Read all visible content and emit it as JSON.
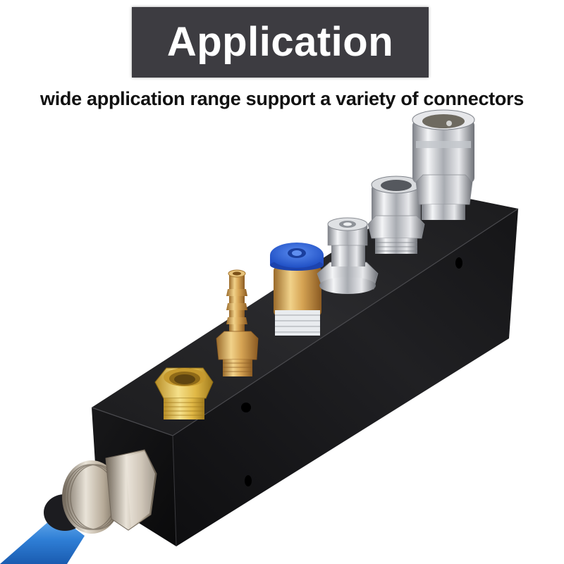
{
  "banner": {
    "title": "Application"
  },
  "subtitle": "wide application range support a variety of connectors",
  "product": {
    "name": "air manifold block",
    "block_color": "#1a1a1c",
    "hose_color": "#2f7fd6",
    "connectors": [
      {
        "type": "brass hex reducer bushing",
        "color": "#d9b040"
      },
      {
        "type": "brass hose barb fitting",
        "color": "#c99a4f"
      },
      {
        "type": "push-in fitting blue collet",
        "color": "#2a63d8"
      },
      {
        "type": "chrome compression fitting",
        "color": "#c8cacd"
      },
      {
        "type": "chrome push-to-connect fitting",
        "color": "#bfc2c6"
      },
      {
        "type": "chrome quick coupler female",
        "color": "#d4d6d9"
      }
    ],
    "inlet": {
      "type": "bulkhead push-in fitting with blue hose",
      "color": "#b7ab9b"
    }
  },
  "colors": {
    "banner_bg": "#3d3c41",
    "banner_text": "#ffffff",
    "subtitle_text": "#111111",
    "page_bg": "#ffffff"
  }
}
